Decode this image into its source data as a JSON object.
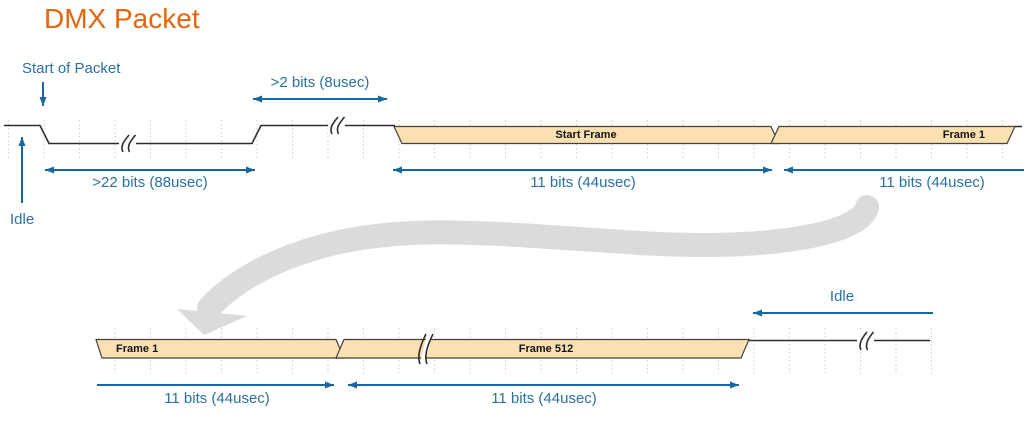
{
  "title": "DMX Packet",
  "annotations": {
    "start_of_packet": "Start of Packet",
    "idle_top": "Idle",
    "idle_bottom": "Idle"
  },
  "durations": {
    "break": ">22 bits (88usec)",
    "mark_after_break": ">2 bits (8usec)",
    "start_frame": "11 bits (44usec)",
    "frame1_top": "11 bits (44usec)",
    "frame1_bottom": "11 bits (44usec)",
    "frame512": "11 bits (44usec)"
  },
  "frames": {
    "start_frame": "Start Frame",
    "frame1_top": "Frame 1",
    "frame1_bottom": "Frame 1",
    "frame512": "Frame 512"
  },
  "colors": {
    "title": "#E8650C",
    "annotation_text": "#2B71A1",
    "arrow": "#17689F",
    "frame_fill": "#FBE0B2",
    "frame_border": "#44403A",
    "signal": "#2D2D2D",
    "flow_arrow": "#DBDBDB",
    "tick": "#CFCFCF"
  }
}
